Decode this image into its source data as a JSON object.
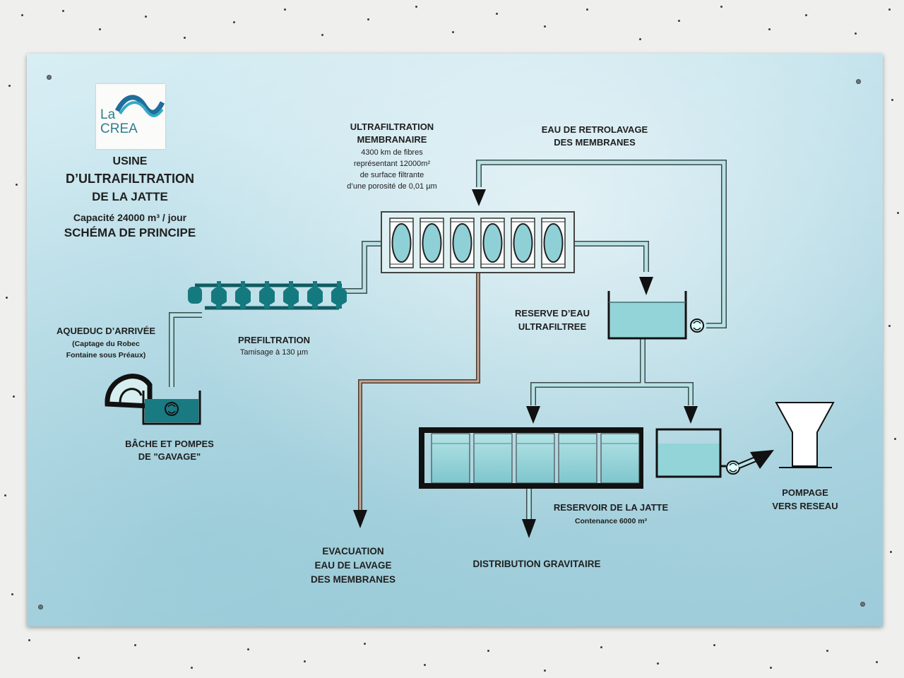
{
  "logo": {
    "line1": "La",
    "line2": "CREA"
  },
  "title": {
    "line1": "USINE",
    "line2": "D’ULTRAFILTRATION",
    "line3": "DE LA JATTE",
    "capacity": "Capacité 24000 m³ / jour",
    "schema": "SCHÉMA DE PRINCIPE"
  },
  "labels": {
    "ultrafiltration": {
      "title1": "ULTRAFILTRATION",
      "title2": "MEMBRANAIRE",
      "d1": "4300 km de fibres",
      "d2": "représentant 12000m²",
      "d3": "de surface filtrante",
      "d4": "d’une porosité de 0,01 µm"
    },
    "retrolavage": {
      "l1": "EAU DE RETROLAVAGE",
      "l2": "DES MEMBRANES"
    },
    "reserve": {
      "l1": "RESERVE D’EAU",
      "l2": "ULTRAFILTREE"
    },
    "aqueduc": {
      "title": "AQUEDUC D’ARRIVÉE",
      "d1": "(Captage du Robec",
      "d2": "Fontaine sous Préaux)"
    },
    "prefiltration": {
      "title": "PREFILTRATION",
      "d1": "Tamisage à 130 µm"
    },
    "bache": {
      "l1": "BÂCHE ET POMPES",
      "l2": "DE \"GAVAGE\""
    },
    "evacuation": {
      "l1": "EVACUATION",
      "l2": "EAU DE LAVAGE",
      "l3": "DES MEMBRANES"
    },
    "reservoir": {
      "title": "RESERVOIR DE LA JATTE",
      "d1": "Contenance 6000 m³"
    },
    "distribution": "DISTRIBUTION GRAVITAIRE",
    "pompage": {
      "l1": "POMPAGE",
      "l2": "VERS RESEAU"
    }
  },
  "colors": {
    "water": "#8fd0d6",
    "pipe": "#a8d7d9",
    "outline": "#1a1a1a",
    "evacuation_pipe": "#b79a86",
    "prefilter": "#157a80"
  }
}
